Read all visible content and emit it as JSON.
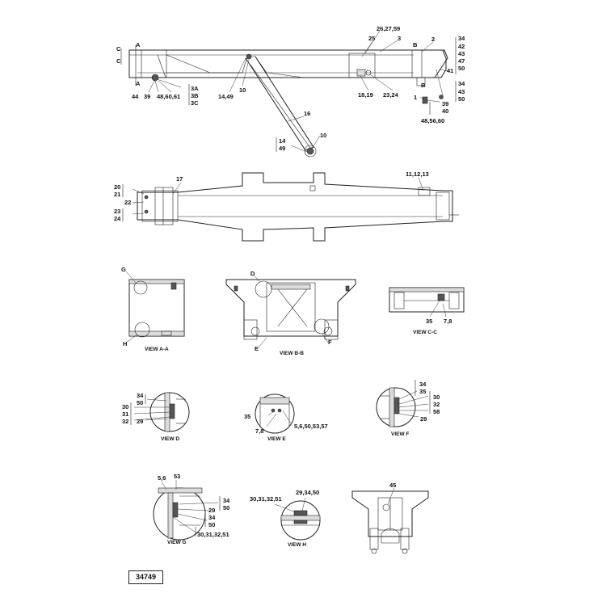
{
  "drawing_number": "34749",
  "top_view_labels": {
    "c_top": "C",
    "c_bottom": "C",
    "a_top": "A",
    "a_bottom": "A",
    "p44": "44",
    "p39": "39",
    "p48_60_61": "48,60,61",
    "p3A": "3A",
    "p3B": "3B",
    "p3C": "3C",
    "p14_49": "14,49",
    "p10a": "10",
    "p26_27_59": "26,27,59",
    "p25": "25",
    "p3": "3",
    "b_top": "B",
    "p2": "2",
    "p34a": "34",
    "p42": "42",
    "p43a": "43",
    "p47": "47",
    "p50a": "50",
    "p41": "41",
    "p34b": "34",
    "p43b": "43",
    "p50b": "50",
    "p18_19": "18,19",
    "p23_24": "23,24",
    "b_bottom": "B",
    "p1": "1",
    "p39b": "39",
    "p40": "40",
    "p48_56_60": "48,56,60",
    "p16": "16",
    "p14": "14",
    "p49": "49",
    "p10b": "10"
  },
  "plan_view_labels": {
    "p17": "17",
    "p11_12_13": "11,12,13",
    "p20": "20",
    "p21": "21",
    "p22": "22",
    "p23": "23",
    "p24": "24"
  },
  "section_views": {
    "view_aa": {
      "title": "VIEW A-A",
      "g": "G",
      "h": "H"
    },
    "view_bb": {
      "title": "VIEW B-B",
      "d": "D",
      "e": "E",
      "f": "F"
    },
    "view_cc": {
      "title": "VIEW C-C",
      "p35": "35",
      "p7_8": "7,8"
    }
  },
  "detail_views": {
    "view_d": {
      "title": "VIEW D",
      "p34": "34",
      "p50": "50",
      "p30": "30",
      "p31": "31",
      "p32": "32",
      "p29": "29"
    },
    "view_e": {
      "title": "VIEW E",
      "p35": "35",
      "p7_8": "7,8",
      "p5_6_50_53_57": "5,6,50,53,57"
    },
    "view_f": {
      "title": "VIEW F",
      "p34": "34",
      "p35": "35",
      "p30": "30",
      "p32": "32",
      "p58": "58",
      "p29": "29"
    },
    "view_g": {
      "title": "VIEW G",
      "p5_6": "5,6",
      "p53": "53",
      "p34a": "34",
      "p50a": "50",
      "p29": "29",
      "p34b": "34",
      "p50b": "50",
      "p30_31_32_51": "30,31,32,51"
    },
    "view_h": {
      "title": "VIEW H",
      "p30_31_32_51": "30,31,32,51",
      "p29_34_50": "29,34,50"
    },
    "end_view": {
      "p45": "45"
    }
  }
}
